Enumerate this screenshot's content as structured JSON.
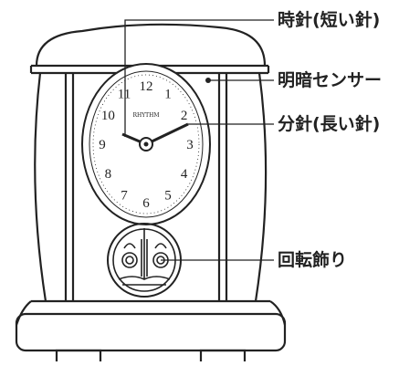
{
  "callouts": {
    "hour_hand": "時針(短い針)",
    "light_sensor": "明暗センサー",
    "minute_hand": "分針(長い針)",
    "rotating_ornament": "回転飾り"
  },
  "dial": {
    "brand": "RHYTHM",
    "numerals": [
      "12",
      "1",
      "2",
      "3",
      "4",
      "5",
      "6",
      "7",
      "8",
      "9",
      "10",
      "11"
    ]
  },
  "colors": {
    "outline": "#222222",
    "background": "#ffffff"
  }
}
